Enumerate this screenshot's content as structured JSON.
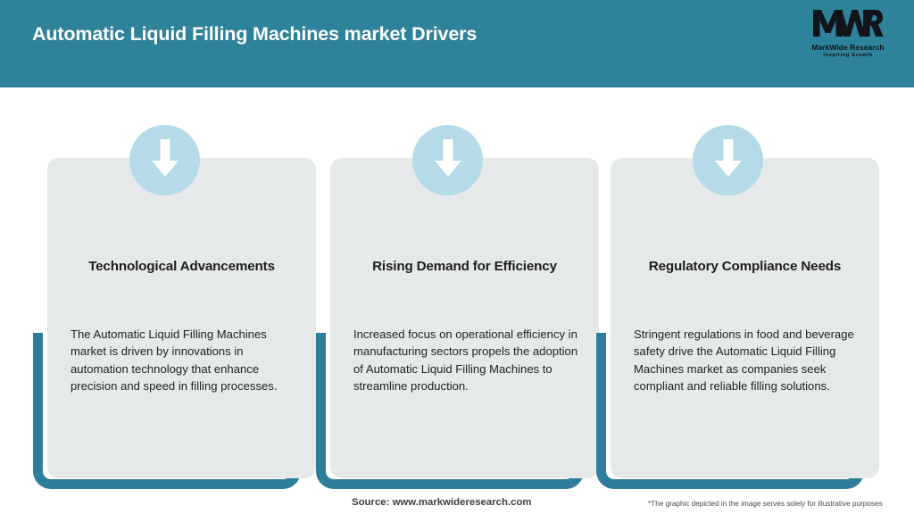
{
  "header": {
    "title": "Automatic Liquid Filling Machines market Drivers",
    "background_color": "#2e8299",
    "title_color": "#ffffff"
  },
  "logo": {
    "mark": "MWR",
    "name": "MarkWide Research",
    "tagline": "Inspiring Growth"
  },
  "theme": {
    "teal": "#2e7e9b",
    "header_teal": "#2e8299",
    "card_background": "#e6e9ea",
    "icon_circle": "#b5dae8",
    "arrow_color": "#ffffff",
    "title_text": "#1d1d1d",
    "body_text": "#222222"
  },
  "cards": [
    {
      "icon": "arrow-down-icon",
      "title": "Technological Advancements",
      "body": "The Automatic Liquid Filling Machines market is driven by innovations in automation technology that enhance precision and speed in filling processes."
    },
    {
      "icon": "arrow-down-icon",
      "title": "Rising Demand for Efficiency",
      "body": "Increased focus on operational efficiency in manufacturing sectors propels the adoption of Automatic Liquid Filling Machines to streamline production."
    },
    {
      "icon": "arrow-down-icon",
      "title": "Regulatory Compliance Needs",
      "body": "Stringent regulations in food and beverage safety drive the Automatic Liquid Filling Machines market as companies seek compliant and reliable filling solutions."
    }
  ],
  "footer": {
    "source": "Source: www.markwideresearch.com",
    "note": "*The graphic depicted in the image serves solely for illustrative purposes"
  }
}
